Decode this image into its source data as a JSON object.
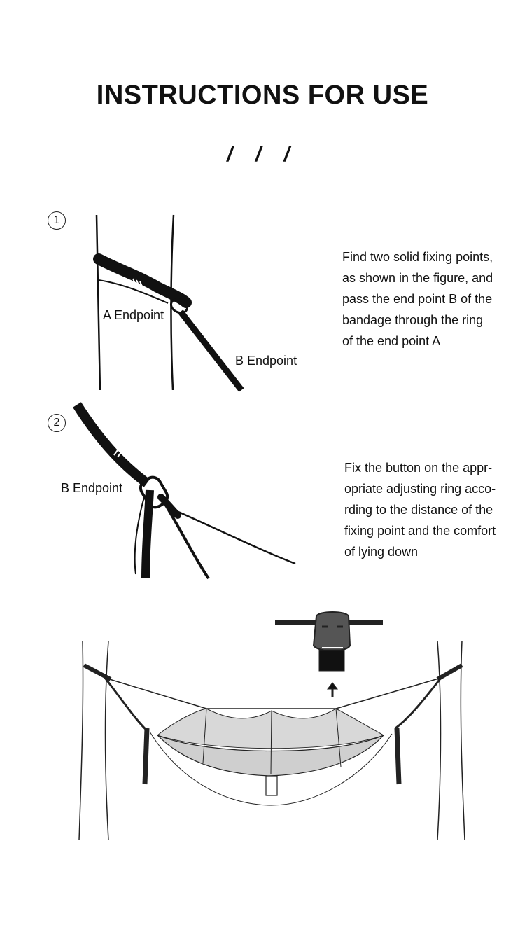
{
  "header": {
    "title": "INSTRUCTIONS FOR USE",
    "ticks": "/ / /"
  },
  "steps": [
    {
      "number": "1",
      "labels": {
        "a": "A Endpoint",
        "b": "B Endpoint"
      },
      "lines": [
        "Find two solid fixing points,",
        "as shown in the figure, and",
        "pass the end point B of the",
        "bandage through the ring",
        "of the end point A"
      ]
    },
    {
      "number": "2",
      "labels": {
        "b": "B Endpoint"
      },
      "lines": [
        "Fix the button on the appr-",
        "opriate adjusting ring acco-",
        "rding to the distance of the",
        "fixing point and the comfort",
        "of lying down"
      ]
    }
  ],
  "icons": [
    "circle-number-1",
    "circle-number-2",
    "tree-strap-icon",
    "carabiner-icon",
    "hammock-icon",
    "strap-buckle-icon",
    "up-arrow-icon"
  ]
}
